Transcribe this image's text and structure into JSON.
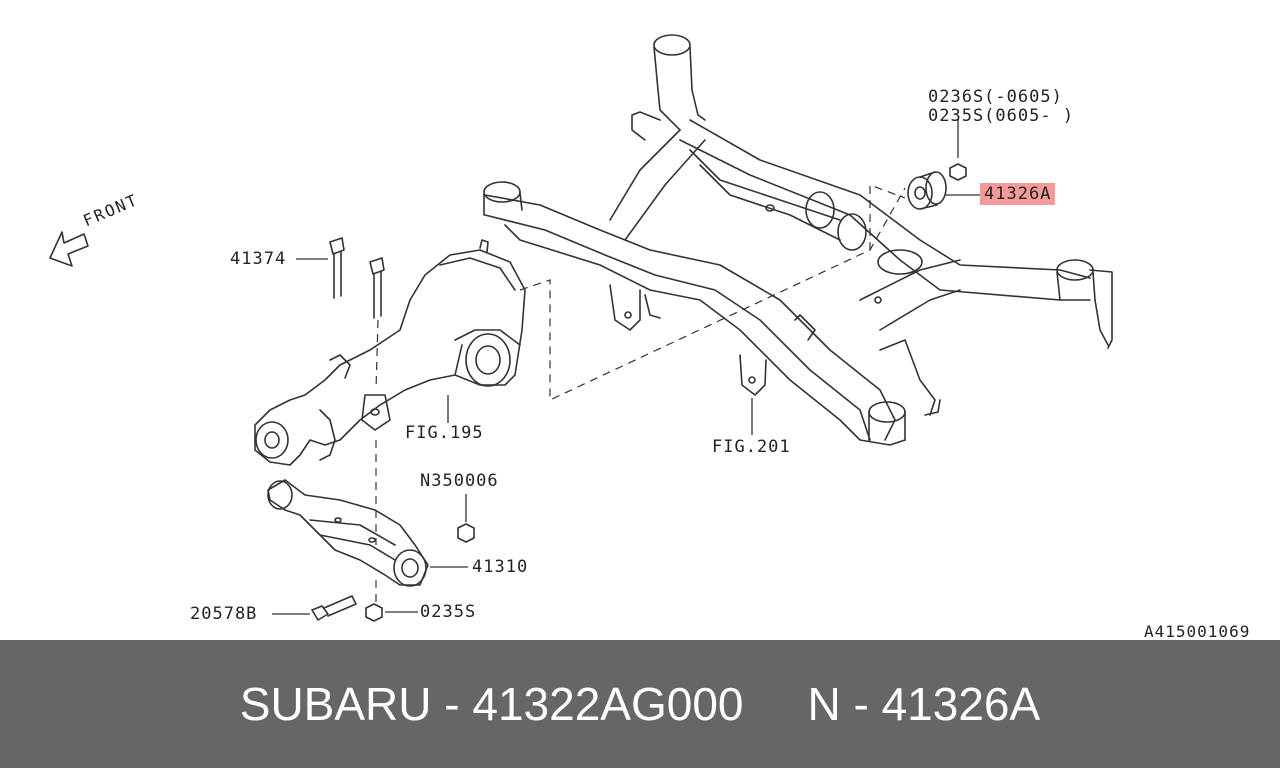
{
  "labels": {
    "front": "FRONT",
    "nut_0236s": "0236S(-0605)",
    "nut_0235s_top": "0235S(0605- )",
    "bushing_41326a": "41326A",
    "bolt_41374": "41374",
    "fig_195": "FIG.195",
    "fig_201": "FIG.201",
    "nut_n350006": "N350006",
    "mount_41310": "41310",
    "bolt_20578b": "20578B",
    "nut_0235s_bottom": "0235S",
    "diagram_id": "A415001069"
  },
  "highlight_color": "#f59a9a",
  "footer": {
    "part_text": "SUBARU - 41322AG000",
    "ref_text": "N - 41326A",
    "background": "#666666"
  }
}
